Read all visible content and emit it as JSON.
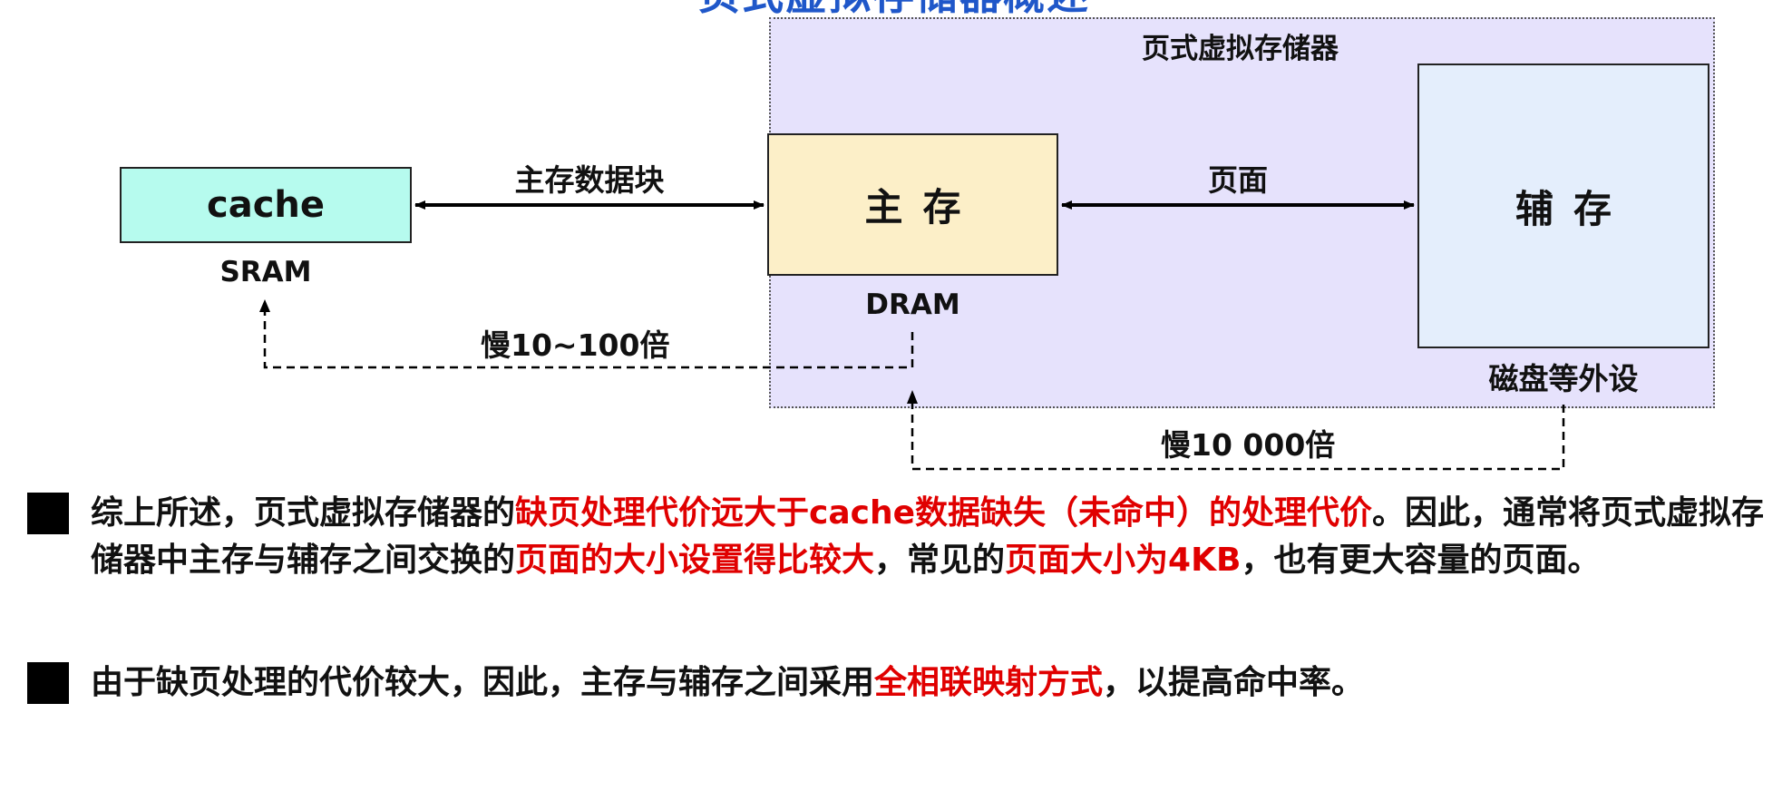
{
  "diagram": {
    "title_top": "页式虚拟存储器概述",
    "vm_region_title": "页式虚拟存储器",
    "cache_label": "cache",
    "cache_sub": "SRAM",
    "main_label": "主存",
    "main_sub": "DRAM",
    "aux_label": "辅存",
    "aux_sub": "磁盘等外设",
    "arrow_cache_main": "主存数据块",
    "arrow_main_aux": "页面",
    "slow_main": "慢10~100倍",
    "slow_aux": "慢10 000倍"
  },
  "bullets": [
    {
      "segments": [
        {
          "text": "综上所述，页式虚拟存储器的",
          "red": false
        },
        {
          "text": "缺页处理代价远大于cache数据缺失（未命中）的处理代价",
          "red": true
        },
        {
          "text": "。因此，通常将页式虚拟存储器中主存与辅存之间交换的",
          "red": false
        },
        {
          "text": "页面的大小设置得比较大",
          "red": true
        },
        {
          "text": "，常见的",
          "red": false
        },
        {
          "text": "页面大小为4KB",
          "red": true
        },
        {
          "text": "，也有更大容量的页面。",
          "red": false
        }
      ]
    },
    {
      "segments": [
        {
          "text": "由于缺页处理的代价较大，因此，主存与辅存之间采用",
          "red": false
        },
        {
          "text": "全相联映射方式",
          "red": true
        },
        {
          "text": "，以提高命中率。",
          "red": false
        }
      ]
    }
  ],
  "colors": {
    "title_blue": "#1f57c9",
    "vm_region_bg": "#e6e2fc",
    "cache_bg": "#b6fbee",
    "main_bg": "#fcefc8",
    "aux_bg": "#e4eefc",
    "highlight_red": "#e00000"
  }
}
